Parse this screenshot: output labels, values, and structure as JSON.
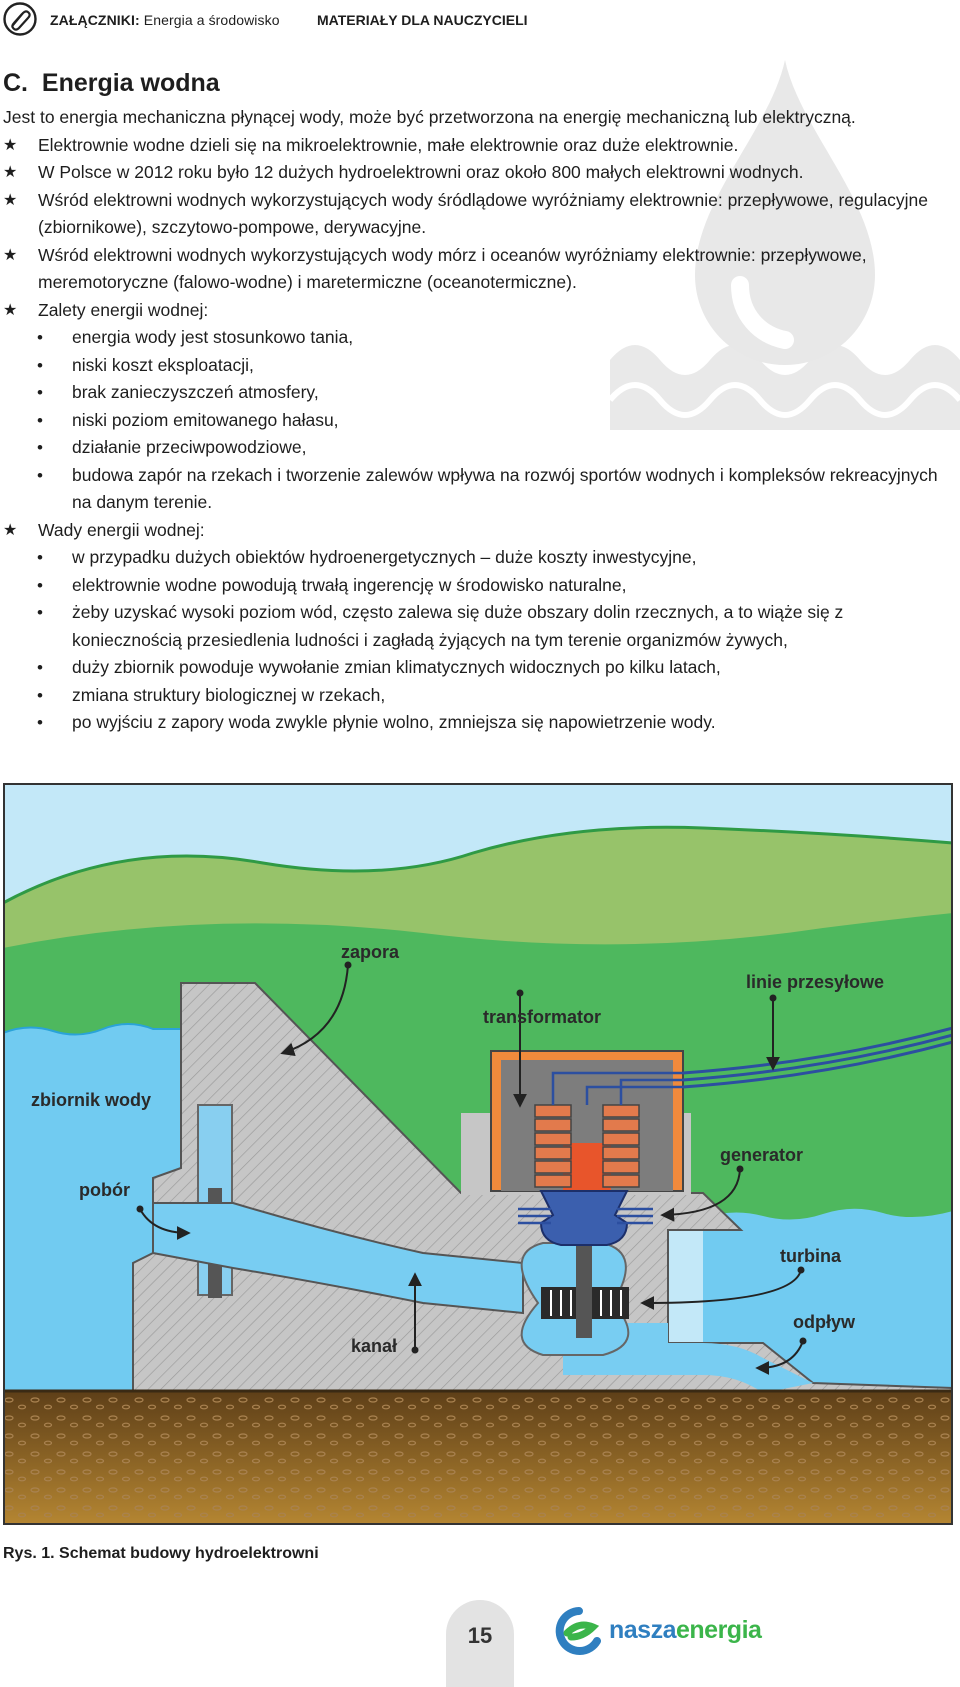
{
  "header": {
    "prefix": "ZAŁĄCZNIKI:",
    "section": "Energia a środowisko",
    "audience": "MATERIAŁY DLA NAUCZYCIELI"
  },
  "title": "C.  Energia wodna",
  "intro": "Jest to energia mechaniczna płynącej wody, może być przetworzona na energię mechaniczną lub elektryczną.",
  "points": [
    "Elektrownie wodne dzieli się na mikroelektrownie, małe elektrownie oraz duże elektrownie.",
    "W Polsce w 2012 roku było 12 dużych hydroelektrowni oraz około 800 małych elektrowni wodnych.",
    "Wśród elektrowni wodnych wykorzystujących wody śródlądowe wyróżniamy elektrownie: przepływowe, regulacyjne (zbiornikowe), szczytowo-pompowe, derywacyjne.",
    "Wśród elektrowni wodnych wykorzystujących wody mórz i oceanów wyróżniamy elektrownie: przepływowe, meremotoryczne (falowo-wodne) i maretermiczne (oceanotermiczne)."
  ],
  "advantages": {
    "heading": "Zalety energii wodnej:",
    "items": [
      "energia wody jest stosunkowo tania,",
      "niski koszt eksploatacji,",
      "brak zanieczyszczeń atmosfery,",
      "niski poziom emitowanego hałasu,",
      "działanie przeciwpowodziowe,",
      "budowa zapór na rzekach i tworzenie zalewów wpływa na rozwój sportów wodnych i kompleksów rekreacyjnych na danym terenie."
    ]
  },
  "disadvantages": {
    "heading": "Wady energii wodnej:",
    "items": [
      "w przypadku dużych obiektów hydroenergetycznych – duże koszty inwestycyjne,",
      "elektrownie wodne powodują trwałą ingerencję w środowisko naturalne,",
      "żeby uzyskać wysoki poziom wód, często zalewa się duże obszary dolin rzecznych, a to wiąże się z koniecznością przesiedlenia ludności i zagładą żyjących na tym terenie organizmów żywych,",
      "duży zbiornik powoduje wywołanie zmian klimatycznych widocznych po kilku latach,",
      "zmiana struktury biologicznej w rzekach,",
      "po wyjściu z zapory woda zwykle płynie wolno, zmniejsza się napowietrzenie wody."
    ]
  },
  "diagram": {
    "labels": {
      "zapora": "zapora",
      "linie": "linie przesyłowe",
      "transformator": "transformator",
      "zbiornik": "zbiornik wody",
      "pobor": "pobór",
      "generator": "generator",
      "turbina": "turbina",
      "odplyw": "odpływ",
      "kanal": "kanał"
    },
    "colors": {
      "sky": "#c3e8f8",
      "hill": "#97c36a",
      "grass": "#4eb85e",
      "water": "#71cbf1",
      "dam": "#c6c6c6",
      "ground": "#6e4d22",
      "transformer_frame": "#f08a3c",
      "coil": "#e27a4c",
      "generator": "#3b5fae"
    }
  },
  "caption": "Rys. 1. Schemat budowy hydroelektrowni",
  "footer": {
    "page_number": "15",
    "brand_a": "nasza",
    "brand_b": "energia"
  }
}
